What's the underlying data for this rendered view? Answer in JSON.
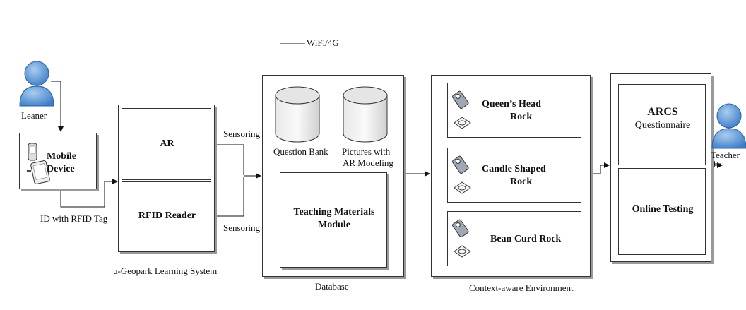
{
  "legend": {
    "line_label": "WiFi/4G"
  },
  "learner": {
    "label": "Leaner"
  },
  "teacher": {
    "label": "Teacher"
  },
  "mobile": {
    "label_line1": "Mobile",
    "label_line2": "Device"
  },
  "edge_labels": {
    "id_rfid": "ID with RFID Tag",
    "sensoring_top": "Sensoring",
    "sensoring_bottom": "Sensoring"
  },
  "learning_system": {
    "caption": "u-Geopark Learning System",
    "modules": [
      "AR",
      "RFID Reader"
    ]
  },
  "database": {
    "caption": "Database",
    "stores": [
      {
        "line1": "Question Bank",
        "line2": ""
      },
      {
        "line1": "Pictures with",
        "line2": "AR Modeling"
      }
    ],
    "module": {
      "line1": "Teaching Materials",
      "line2": "Module"
    }
  },
  "context": {
    "caption": "Context-aware Environment",
    "sites": [
      {
        "line1": "Queen’s Head",
        "line2": "Rock"
      },
      {
        "line1": "Candle Shaped",
        "line2": "Rock"
      },
      {
        "line1": "Bean Curd Rock",
        "line2": ""
      }
    ]
  },
  "evaluation": {
    "arcs": {
      "line1": "ARCS",
      "line2": "Questionnaire"
    },
    "online": "Online Testing"
  }
}
